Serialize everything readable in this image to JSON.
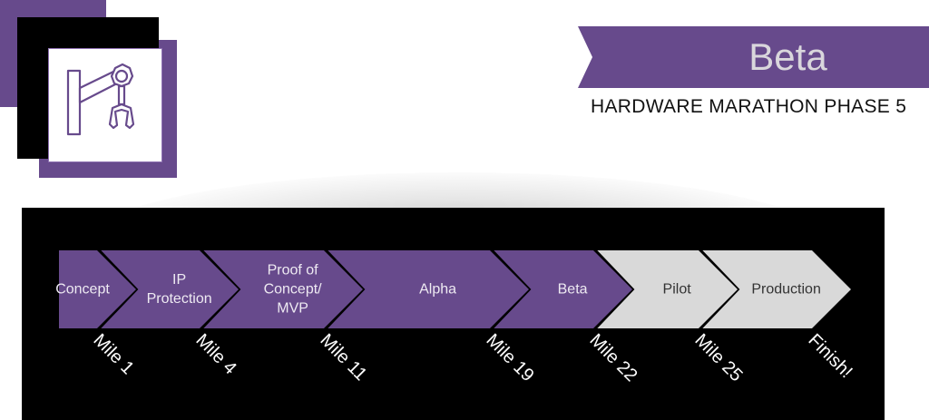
{
  "header": {
    "ribbon_title": "Beta",
    "subtitle": "HARDWARE MARATHON PHASE 5",
    "logo_icon": "robotic-arm-icon"
  },
  "colors": {
    "active": "#674a8c",
    "inactive": "#d9d9d9",
    "active_text": "#eeeaf2",
    "inactive_text": "#333333",
    "panel": "#000000"
  },
  "stages": [
    {
      "label": "Concept",
      "milestone": "Mile 1",
      "status": "complete"
    },
    {
      "label": "IP\nProtection",
      "milestone": "Mile 4",
      "status": "complete"
    },
    {
      "label": "Proof of\nConcept/\nMVP",
      "milestone": "Mile 11",
      "status": "complete"
    },
    {
      "label": "Alpha",
      "milestone": "Mile 19",
      "status": "complete"
    },
    {
      "label": "Beta",
      "milestone": "Mile 22",
      "status": "current"
    },
    {
      "label": "Pilot",
      "milestone": "Mile 25",
      "status": "upcoming"
    },
    {
      "label": "Production",
      "milestone": "Finish!",
      "status": "upcoming"
    }
  ]
}
